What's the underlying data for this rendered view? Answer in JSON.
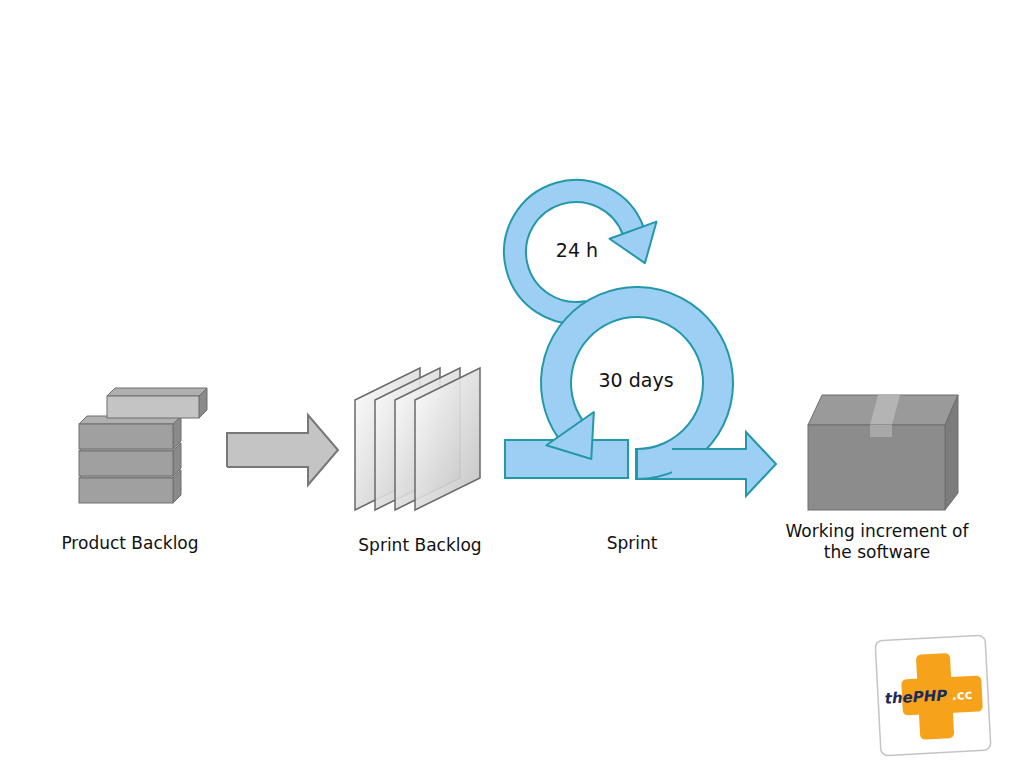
{
  "diagram": {
    "nodes": [
      {
        "text": [
          "Product Backlog"
        ]
      },
      {
        "text": [
          "Sprint Backlog"
        ]
      },
      {
        "text": [
          "Sprint"
        ]
      },
      {
        "text": [
          "Working increment of the software"
        ]
      }
    ],
    "edges": [
      {
        "from": 0,
        "to": 1,
        "arrow": "to"
      },
      {
        "from": 2,
        "to": 3,
        "arrow": "to"
      }
    ],
    "labels": [
      "24 h",
      "30 days",
      "thePHP",
      ".cc"
    ]
  }
}
